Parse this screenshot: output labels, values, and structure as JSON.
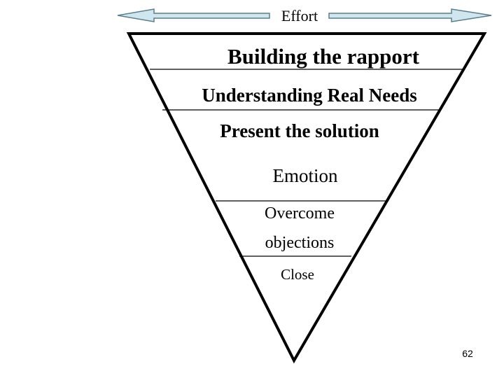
{
  "header": {
    "label": "Effort"
  },
  "funnel": {
    "stages": [
      "Building the rapport",
      "Understanding Real Needs",
      "Present the solution",
      "Emotion",
      "Overcome",
      "objections",
      "Close"
    ]
  },
  "footer": {
    "page_number": "62"
  },
  "colors": {
    "arrow_fill": "#cfe6ee",
    "arrow_stroke": "#5b7f8c",
    "outline": "#000000",
    "background": "#ffffff"
  }
}
